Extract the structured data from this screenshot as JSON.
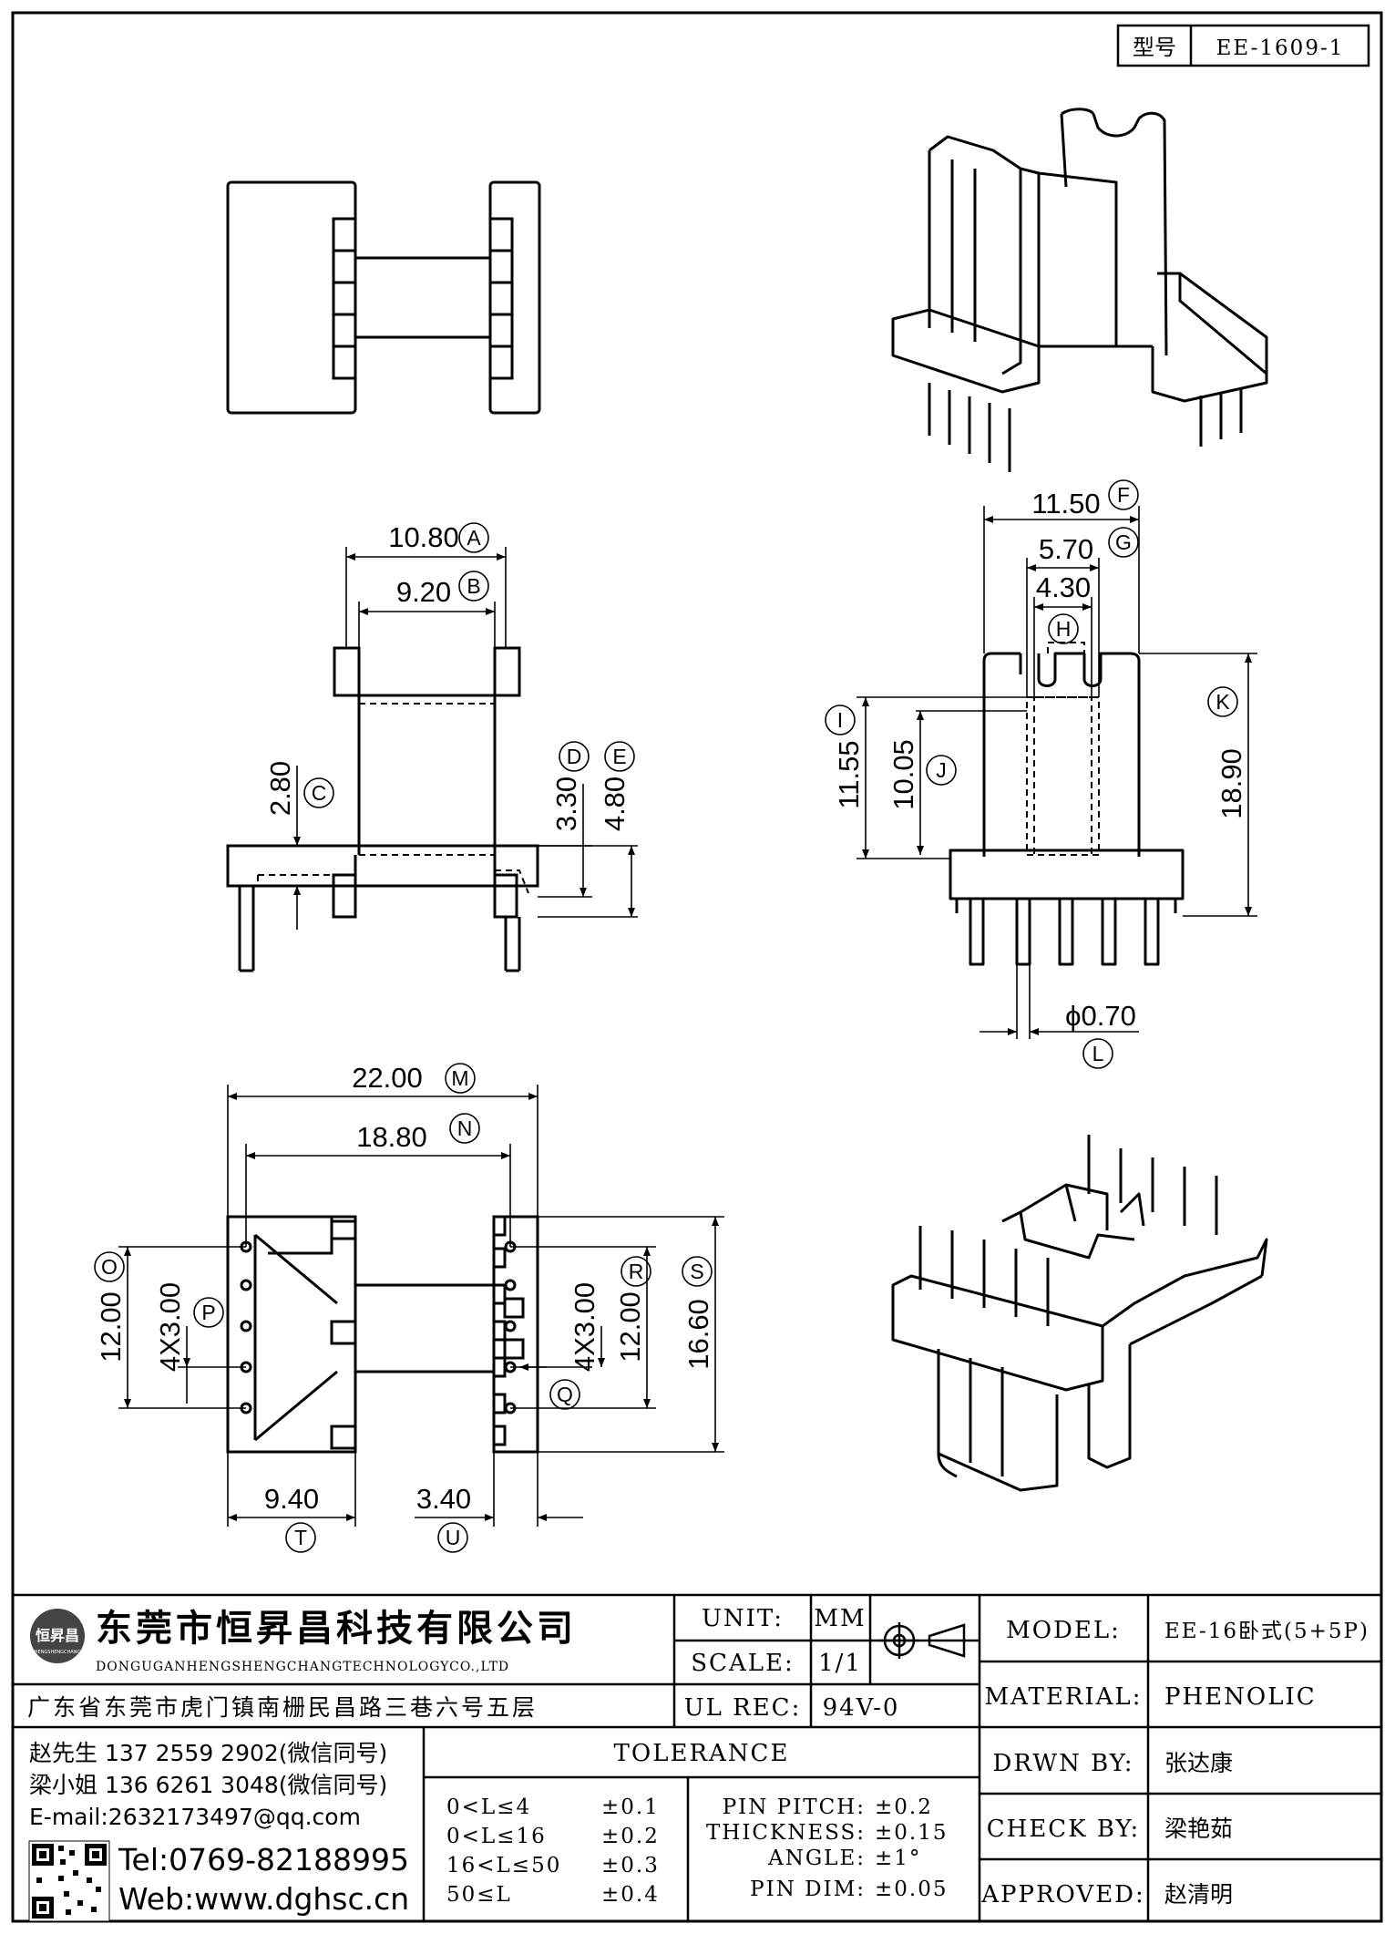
{
  "header": {
    "model_label": "型号",
    "model_value": "EE-1609-1"
  },
  "dims": {
    "A": "10.80",
    "B": "9.20",
    "C": "2.80",
    "D": "3.30",
    "E": "4.80",
    "F": "11.50",
    "G": "5.70",
    "H": "4.30",
    "I": "11.55",
    "J": "10.05",
    "K": "18.90",
    "L": "ϕ0.70",
    "M": "22.00",
    "N": "18.80",
    "O": "12.00",
    "P": "4X3.00",
    "R": "4X3.00",
    "Q": "12.00",
    "S": "16.60",
    "T": "9.40",
    "U": "3.40"
  },
  "callouts": [
    "A",
    "B",
    "C",
    "D",
    "E",
    "F",
    "G",
    "H",
    "I",
    "J",
    "K",
    "L",
    "M",
    "N",
    "O",
    "P",
    "Q",
    "R",
    "S",
    "T",
    "U"
  ],
  "company": {
    "name": "东莞市恒昇昌科技有限公司",
    "english": "DONGUGANHENGSHENGCHANGTECHNOLOGYCO.,LTD",
    "address": "广东省东莞市虎门镇南栅民昌路三巷六号五层",
    "logo_text": "恒昇昌",
    "logo_sub": "HENGSHENGCHANG",
    "contact1": "赵先生 137 2559 2902(微信同号)",
    "contact2": "梁小姐 136 6261 3048(微信同号)",
    "email": "E-mail:2632173497@qq.com",
    "tel": "Tel:0769-82188995",
    "web": "Web:www.dghsc.cn"
  },
  "specs": {
    "unit_label": "UNIT:",
    "unit_value": "MM",
    "scale_label": "SCALE:",
    "scale_value": "1/1",
    "ulrec_label": "UL REC:",
    "ulrec_value": "94V-0"
  },
  "tolerance": {
    "title": "TOLERANCE",
    "rows": [
      {
        "range": "0<L≤4",
        "value": "±0.1"
      },
      {
        "range": "0<L≤16",
        "value": "±0.2"
      },
      {
        "range": "16<L≤50",
        "value": "±0.3"
      },
      {
        "range": "50≤L",
        "value": "±0.4"
      }
    ],
    "extra": [
      {
        "label": "PIN PITCH:",
        "value": "±0.2"
      },
      {
        "label": "THICKNESS:",
        "value": "±0.15"
      },
      {
        "label": "ANGLE:",
        "value": "±1°"
      },
      {
        "label": "PIN DIM:",
        "value": "±0.05"
      }
    ]
  },
  "titleblock": {
    "model_label": "MODEL:",
    "model_value": "EE-16卧式(5+5P)",
    "material_label": "MATERIAL:",
    "material_value": "PHENOLIC",
    "drawn_label": "DRWN BY:",
    "drawn_value": "张达康",
    "check_label": "CHECK BY:",
    "check_value": "梁艳茹",
    "approved_label": "APPROVED:",
    "approved_value": "赵清明"
  }
}
